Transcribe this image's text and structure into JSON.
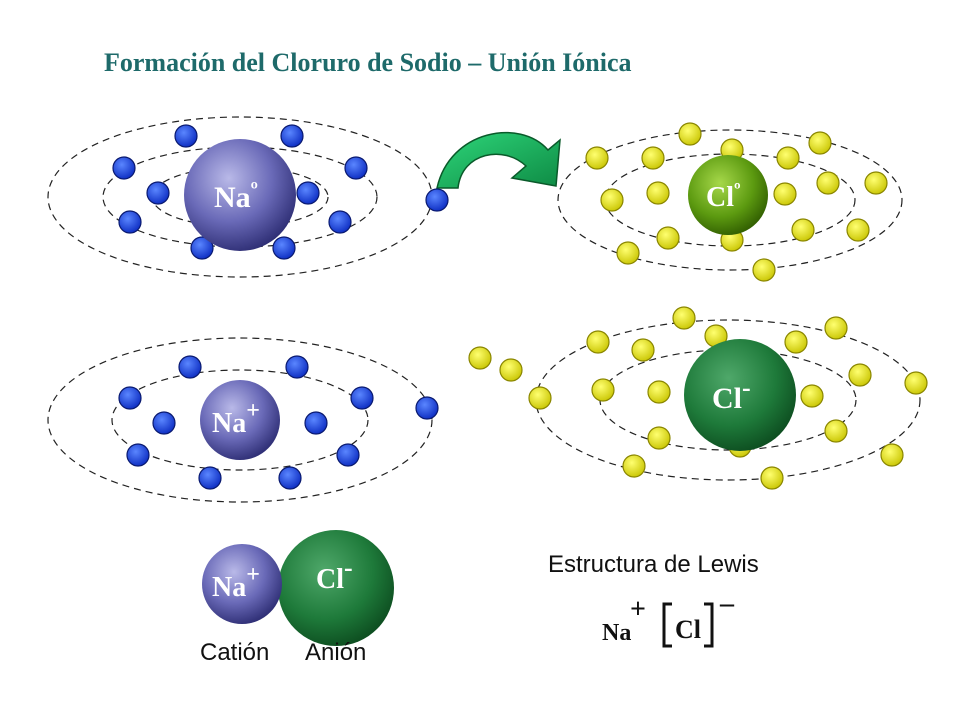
{
  "title": "Formación del Cloruro de Sodio – Unión Iónica",
  "atoms": {
    "na_neutral": {
      "symbol": "Na",
      "charge": "º"
    },
    "cl_neutral": {
      "symbol": "Cl",
      "charge": "º"
    },
    "na_ion": {
      "symbol": "Na",
      "charge": "+"
    },
    "cl_ion": {
      "symbol": "Cl",
      "charge": "-"
    }
  },
  "bottom": {
    "cation_label": "Catión",
    "anion_label": "Anión"
  },
  "lewis": {
    "heading": "Estructura de Lewis",
    "na": "Na",
    "na_charge": "+",
    "cl": "Cl",
    "cl_charge": "–"
  },
  "colors": {
    "title": "#1e6a6a",
    "na_electron": "#1a3fe0",
    "cl_electron": "#e6e200",
    "arrow": "#1aa85a"
  }
}
